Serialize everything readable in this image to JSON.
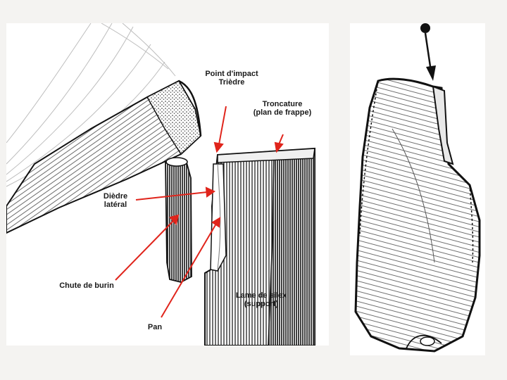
{
  "labels": {
    "point_impact": "Point d'impact\nTrièdre",
    "troncature": "Troncature\n(plan de frappe)",
    "diedre": "Dièdre\nlatéral",
    "chute": "Chute de burin",
    "lame": "Lame de silex\n(support)",
    "pan": "Pan"
  },
  "colors": {
    "arrow": "#e0241b",
    "ink": "#1a1a1a",
    "background": "#f4f3f1"
  },
  "icons": {
    "impact_marker": "filled-circle-arrow-down"
  }
}
